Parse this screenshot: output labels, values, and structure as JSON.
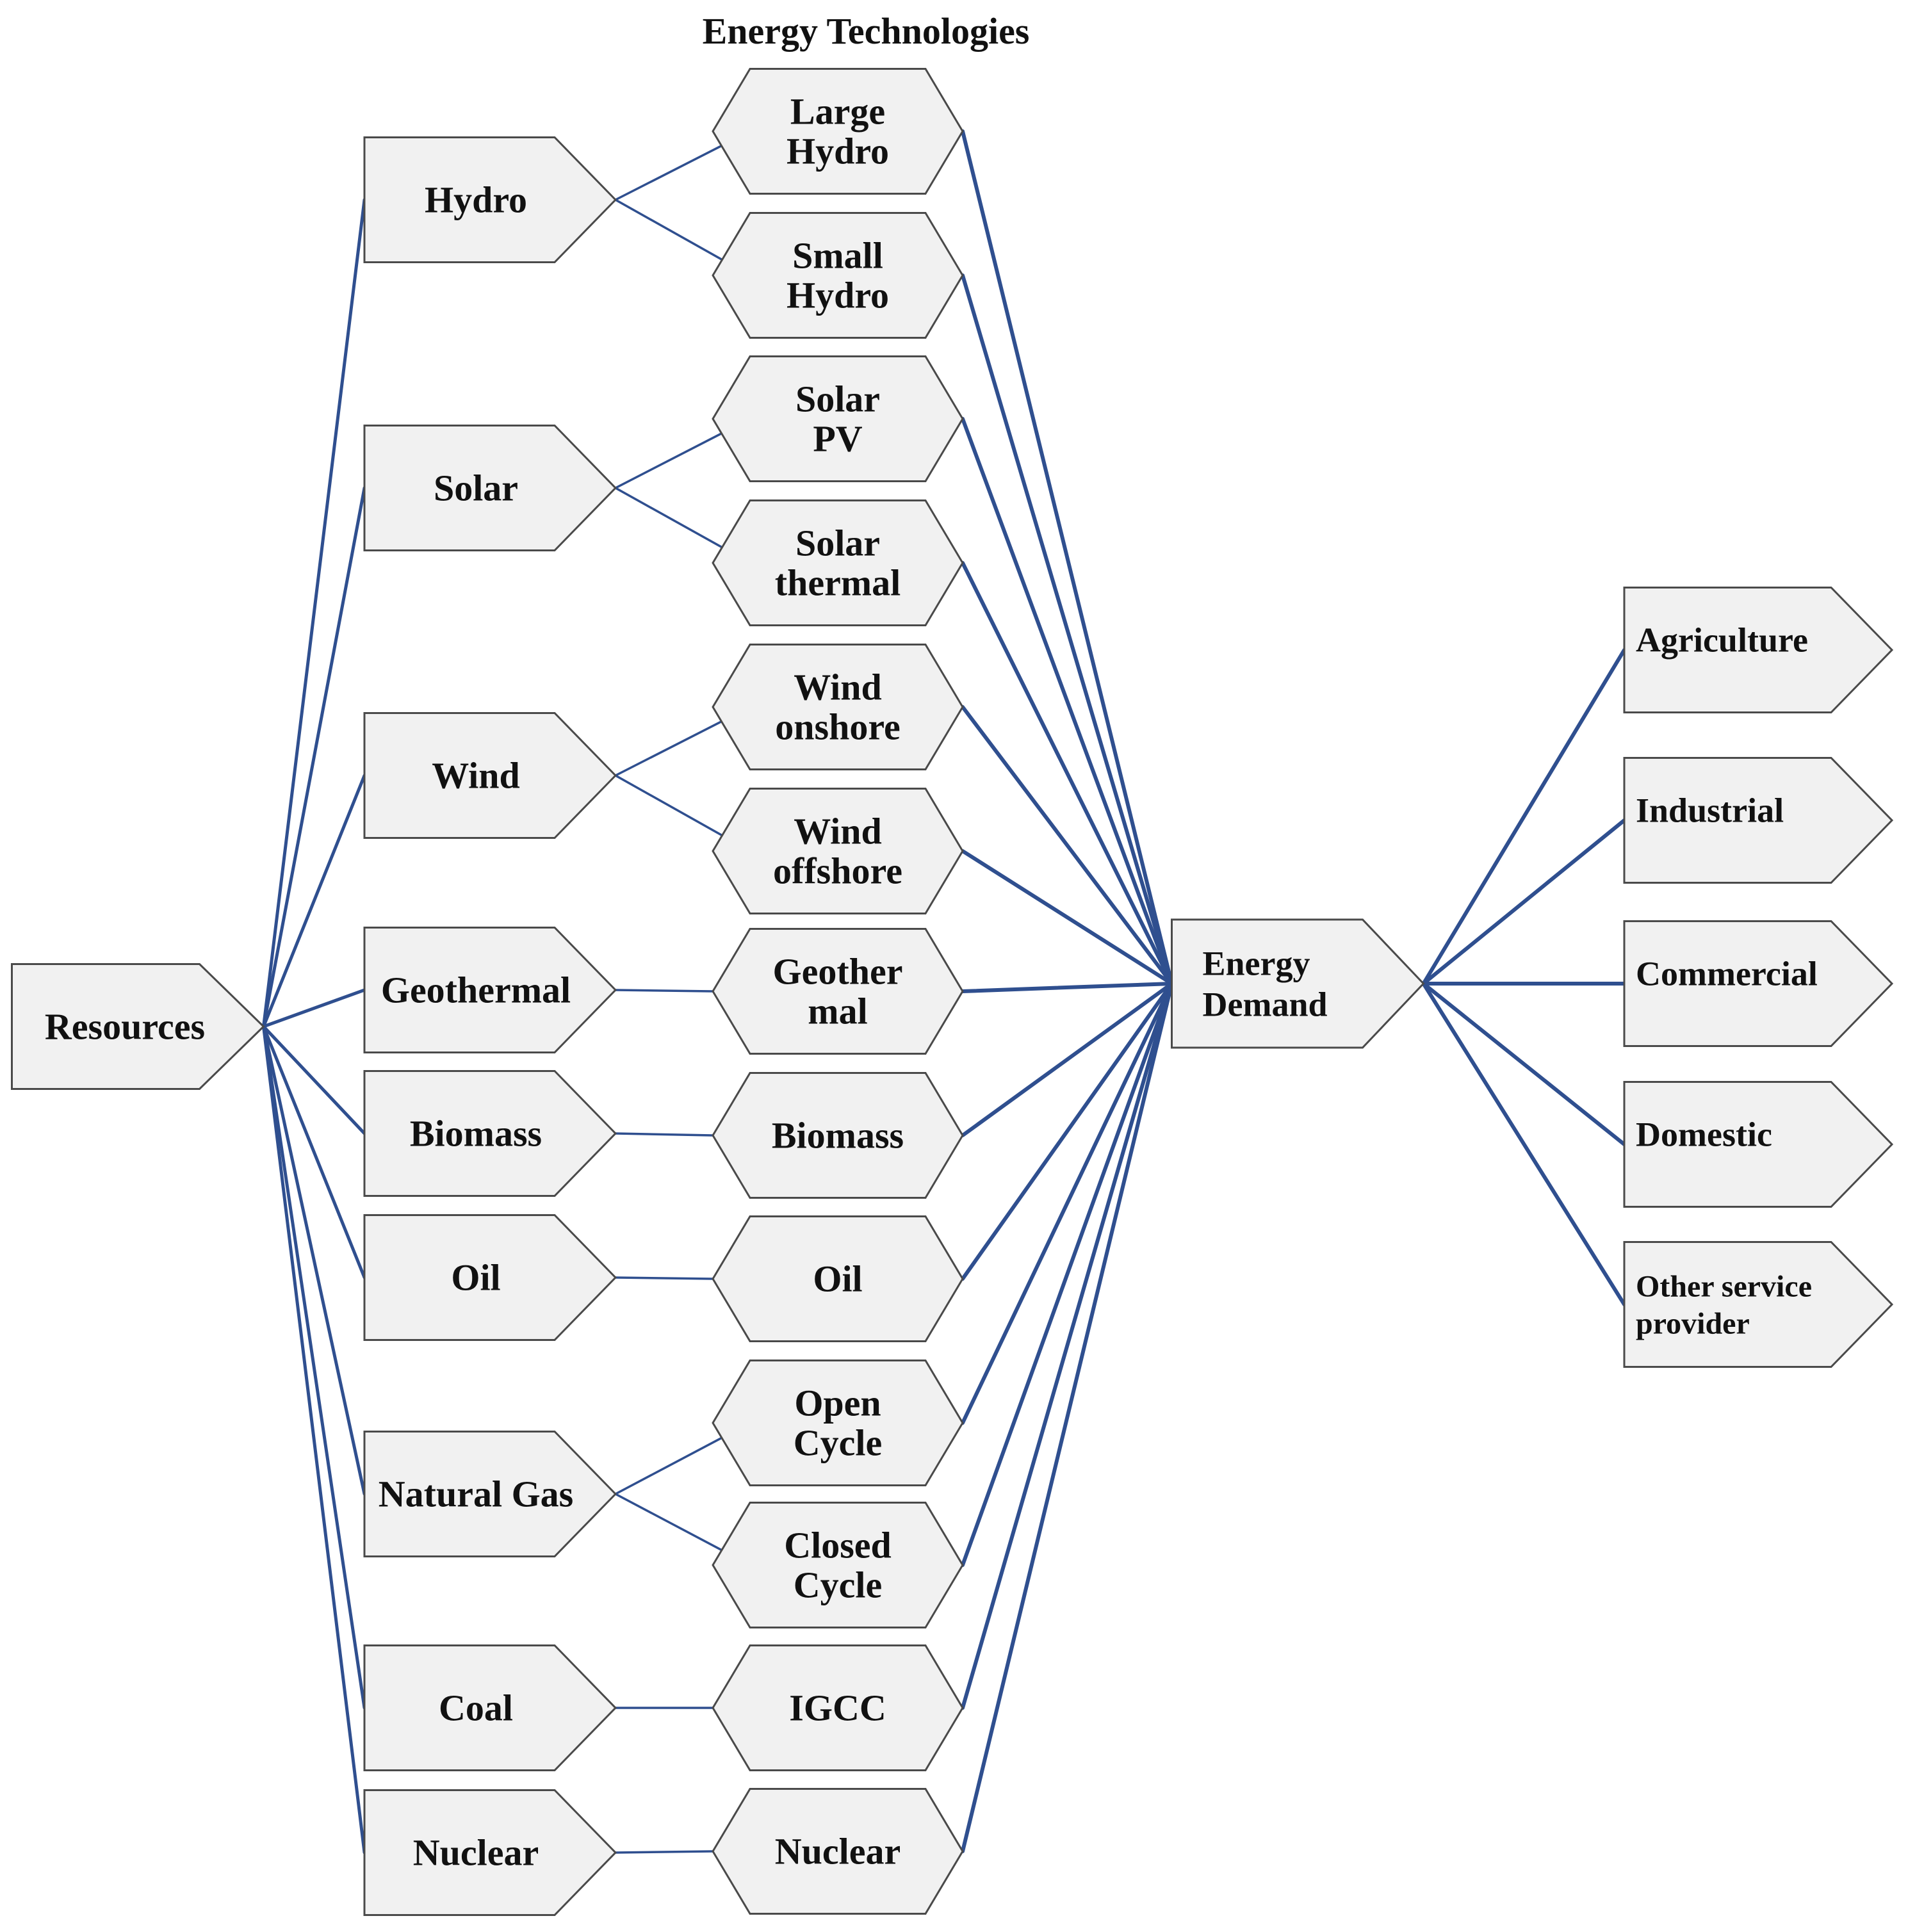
{
  "title": "Energy Technologies",
  "colors": {
    "link": "#2f4f8f",
    "node_fill": "#f1f1f1",
    "node_stroke": "#4a4a4a",
    "text": "#111111"
  },
  "root": {
    "label": [
      "Resources"
    ]
  },
  "resources": [
    {
      "label": [
        "Hydro"
      ]
    },
    {
      "label": [
        "Solar"
      ]
    },
    {
      "label": [
        "Wind"
      ]
    },
    {
      "label": [
        "Geothermal"
      ]
    },
    {
      "label": [
        "Biomass"
      ]
    },
    {
      "label": [
        "Oil"
      ]
    },
    {
      "label": [
        "Natural Gas"
      ]
    },
    {
      "label": [
        "Coal"
      ]
    },
    {
      "label": [
        "Nuclear"
      ]
    }
  ],
  "technologies": [
    {
      "label": [
        "Large",
        "Hydro"
      ],
      "resource": 0
    },
    {
      "label": [
        "Small",
        "Hydro"
      ],
      "resource": 0
    },
    {
      "label": [
        "Solar",
        "PV"
      ],
      "resource": 1
    },
    {
      "label": [
        "Solar",
        "thermal"
      ],
      "resource": 1
    },
    {
      "label": [
        "Wind",
        "onshore"
      ],
      "resource": 2
    },
    {
      "label": [
        "Wind",
        "offshore"
      ],
      "resource": 2
    },
    {
      "label": [
        "Geother",
        "mal"
      ],
      "resource": 3
    },
    {
      "label": [
        "Biomass"
      ],
      "resource": 4
    },
    {
      "label": [
        "Oil"
      ],
      "resource": 5
    },
    {
      "label": [
        "Open",
        "Cycle"
      ],
      "resource": 6
    },
    {
      "label": [
        "Closed",
        "Cycle"
      ],
      "resource": 6
    },
    {
      "label": [
        "IGCC"
      ],
      "resource": 7
    },
    {
      "label": [
        "Nuclear"
      ],
      "resource": 8
    }
  ],
  "demand": {
    "label": [
      "Energy",
      "Demand"
    ]
  },
  "sectors": [
    {
      "label": [
        "Agriculture"
      ]
    },
    {
      "label": [
        "Industrial"
      ]
    },
    {
      "label": [
        "Commercial"
      ]
    },
    {
      "label": [
        "Domestic"
      ]
    },
    {
      "label": [
        "Other service",
        "provider"
      ]
    }
  ]
}
